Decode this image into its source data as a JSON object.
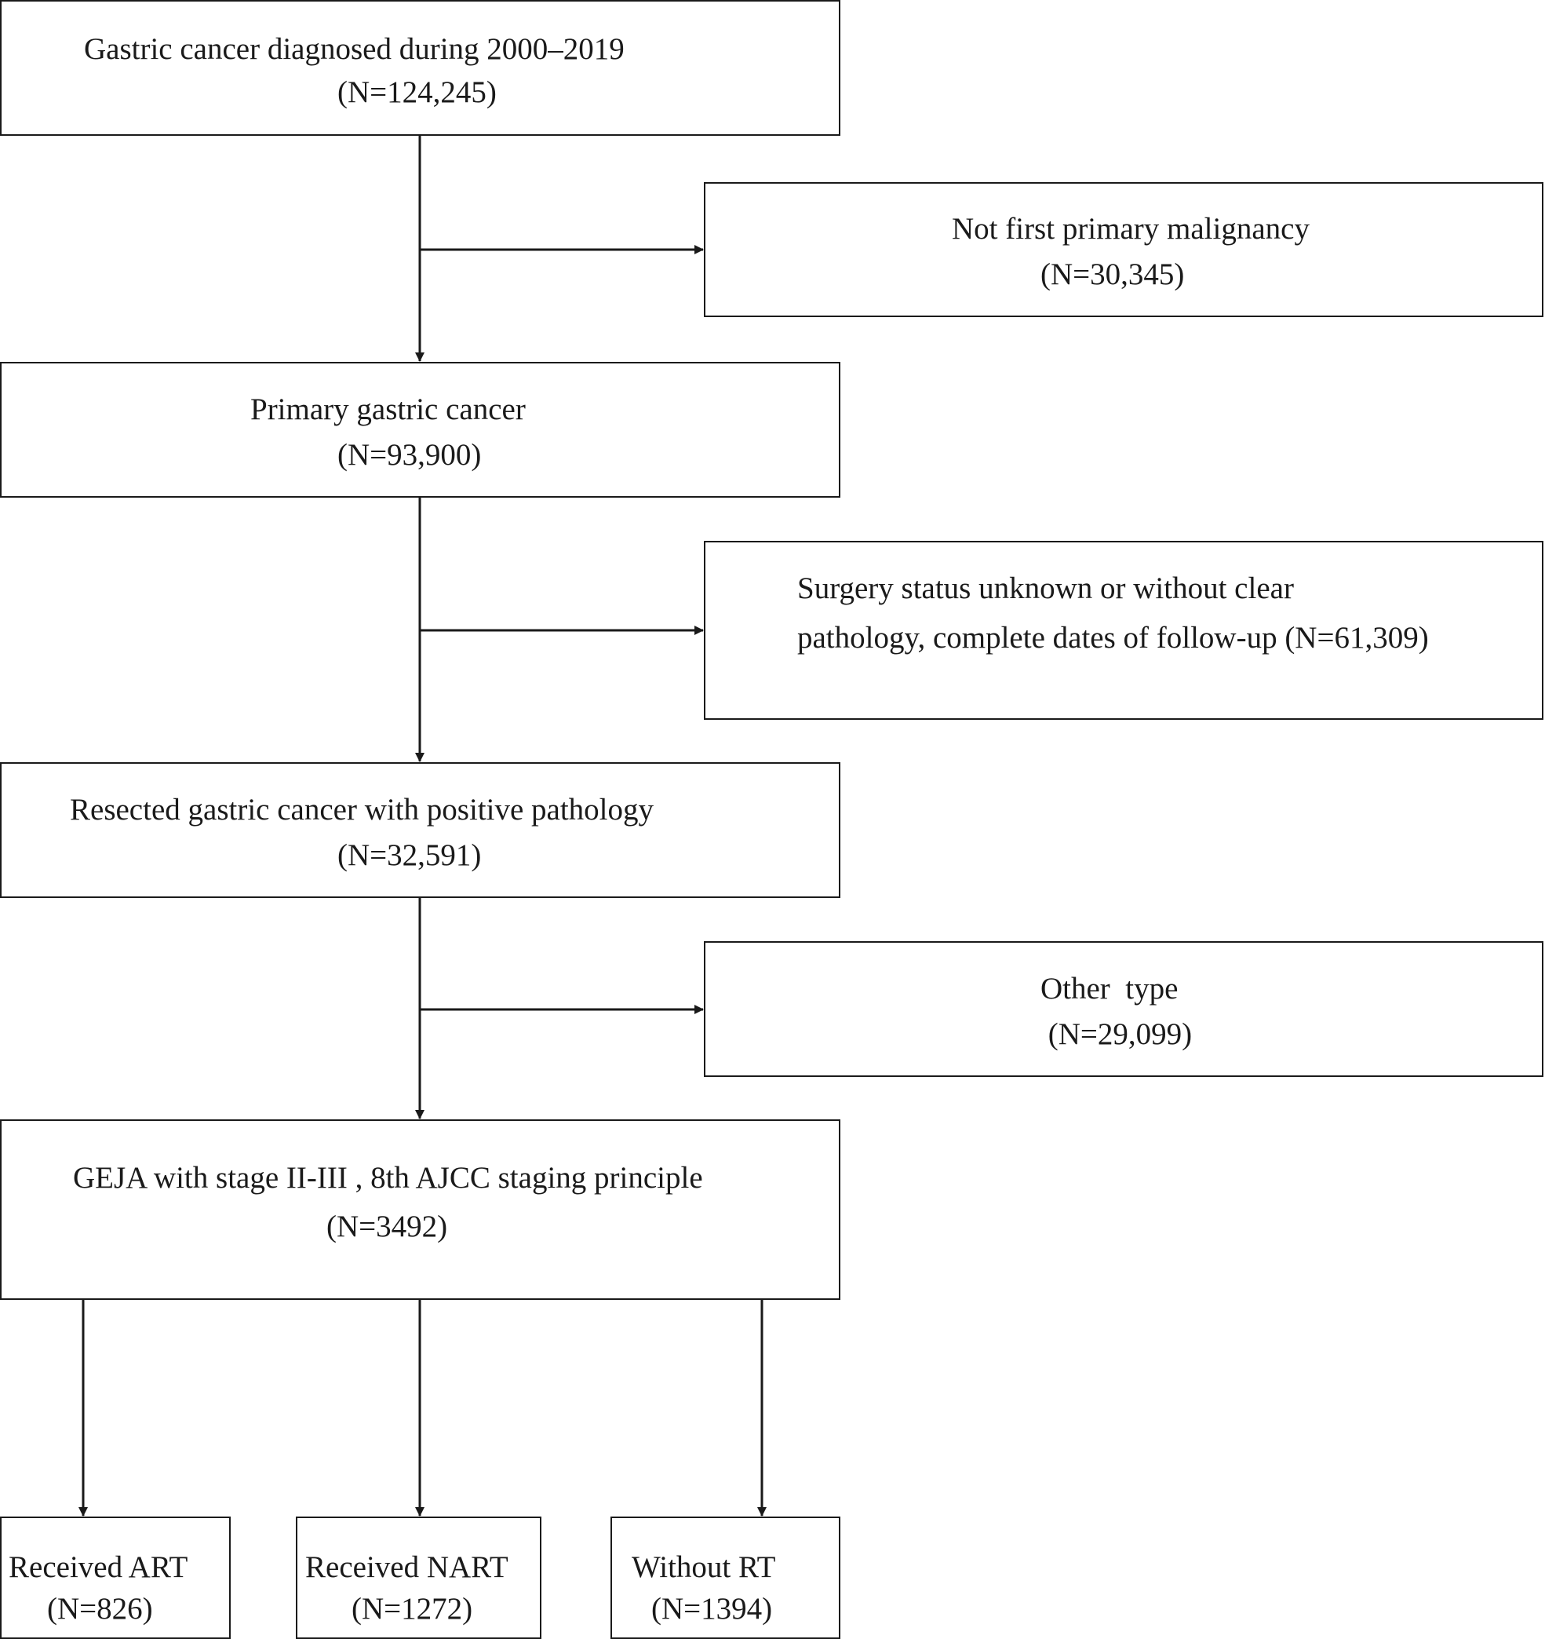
{
  "flowchart": {
    "cohort": {
      "title": "Gastric cancer diagnosed during 2000–2019",
      "count": "(N=124,245)"
    },
    "exclusion1": {
      "title": "Not first primary malignancy",
      "count": "(N=30,345)"
    },
    "step2": {
      "title": "Primary gastric cancer",
      "count": "(N=93,900)"
    },
    "exclusion2": {
      "line1": "Surgery status unknown or without clear",
      "line2": "pathology, complete dates of follow-up (N=61,309)"
    },
    "step3": {
      "title": "Resected gastric cancer with positive pathology",
      "count": "(N=32,591)"
    },
    "exclusion3": {
      "title": "Other  type",
      "count": " (N=29,099)"
    },
    "step4": {
      "title": "GEJA with stage II-III , 8th AJCC staging principle",
      "count": "(N=3492)"
    },
    "group_art": {
      "title": "Received ART",
      "count": "(N=826)"
    },
    "group_nart": {
      "title": "Received NART",
      "count": "(N=1272)"
    },
    "group_nort": {
      "title": "Without RT",
      "count": "(N=1394)"
    }
  }
}
